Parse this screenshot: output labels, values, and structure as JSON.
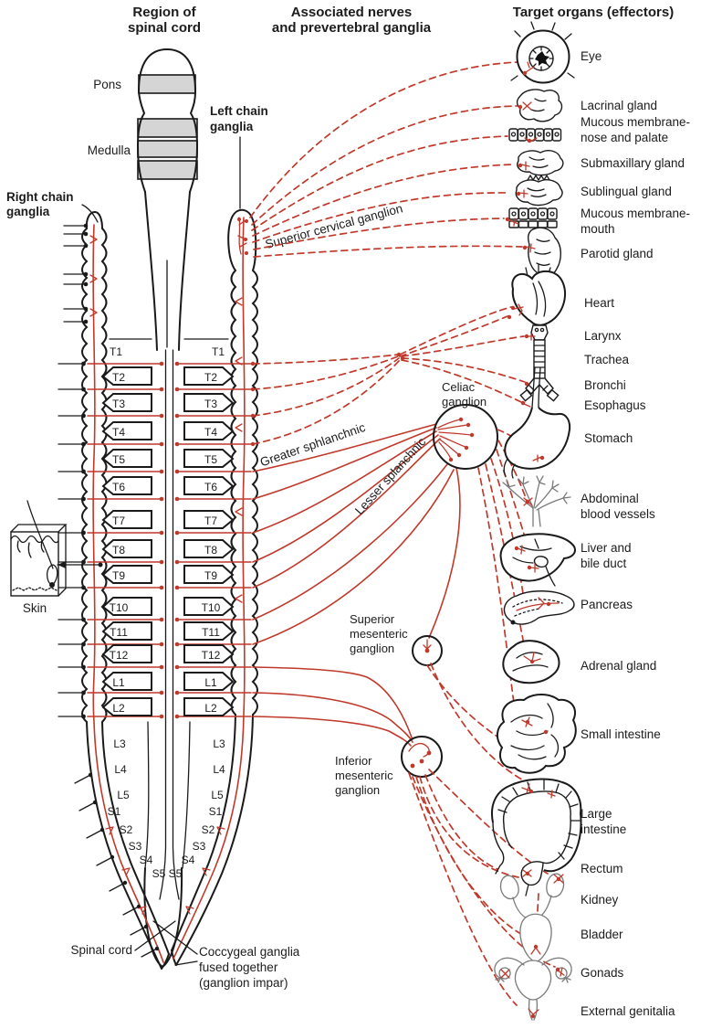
{
  "colors": {
    "nerve_red": "#c0392b",
    "tissue_gray": "#d5d5d5",
    "outline_black": "#1a1a1a",
    "organ_gray": "#7a7a7a"
  },
  "headers": {
    "region_line1": "Region of",
    "region_line2": "spinal cord",
    "nerves_line1": "Associated nerves",
    "nerves_line2": "and prevertebral ganglia",
    "targets": "Target organs (effectors)"
  },
  "brainstem": {
    "pons": "Pons",
    "medulla": "Medulla"
  },
  "chains": {
    "right_line1": "Right chain",
    "right_line2": "ganglia",
    "left_line1": "Left chain",
    "left_line2": "ganglia"
  },
  "ganglia": {
    "superior_cervical": "Superior cervical ganglion",
    "celiac_line1": "Celiac",
    "celiac_line2": "ganglion",
    "sup_mes_line1": "Superior",
    "sup_mes_line2": "mesenteric",
    "sup_mes_line3": "ganglion",
    "inf_mes_line1": "Inferior",
    "inf_mes_line2": "mesenteric",
    "inf_mes_line3": "ganglion",
    "coccygeal_line1": "Coccygeal ganglia",
    "coccygeal_line2": "fused together",
    "coccygeal_line3": "(ganglion impar)"
  },
  "nerves": {
    "greater": "Greater sphlanchnic",
    "lesser": "Lesser splanchnic"
  },
  "misc": {
    "skin": "Skin",
    "spinal_cord": "Spinal cord"
  },
  "segments": {
    "list": [
      "T1",
      "T2",
      "T3",
      "T4",
      "T5",
      "T6",
      "T7",
      "T8",
      "T9",
      "T10",
      "T11",
      "T12",
      "L1",
      "L2",
      "L3",
      "L4",
      "L5",
      "S1",
      "S2",
      "S3",
      "S4",
      "S5"
    ]
  },
  "organs": {
    "eye": "Eye",
    "lacrimal": "Lacrinal gland",
    "mucous_nose_1": "Mucous membrane-",
    "mucous_nose_2": "nose and palate",
    "submaxillary": "Submaxillary gland",
    "sublingual": "Sublingual gland",
    "mucous_mouth_1": "Mucous membrane-",
    "mucous_mouth_2": "mouth",
    "parotid": "Parotid gland",
    "heart": "Heart",
    "larynx": "Larynx",
    "trachea": "Trachea",
    "bronchi": "Bronchi",
    "esophagus": "Esophagus",
    "stomach": "Stomach",
    "abdominal_1": "Abdominal",
    "abdominal_2": "blood vessels",
    "liver_1": "Liver and",
    "liver_2": "bile duct",
    "pancreas": "Pancreas",
    "adrenal": "Adrenal gland",
    "small_intestine": "Small intestine",
    "large_1": "Large",
    "large_2": "intestine",
    "rectum": "Rectum",
    "kidney": "Kidney",
    "bladder": "Bladder",
    "gonads": "Gonads",
    "external": "External genitalia"
  }
}
